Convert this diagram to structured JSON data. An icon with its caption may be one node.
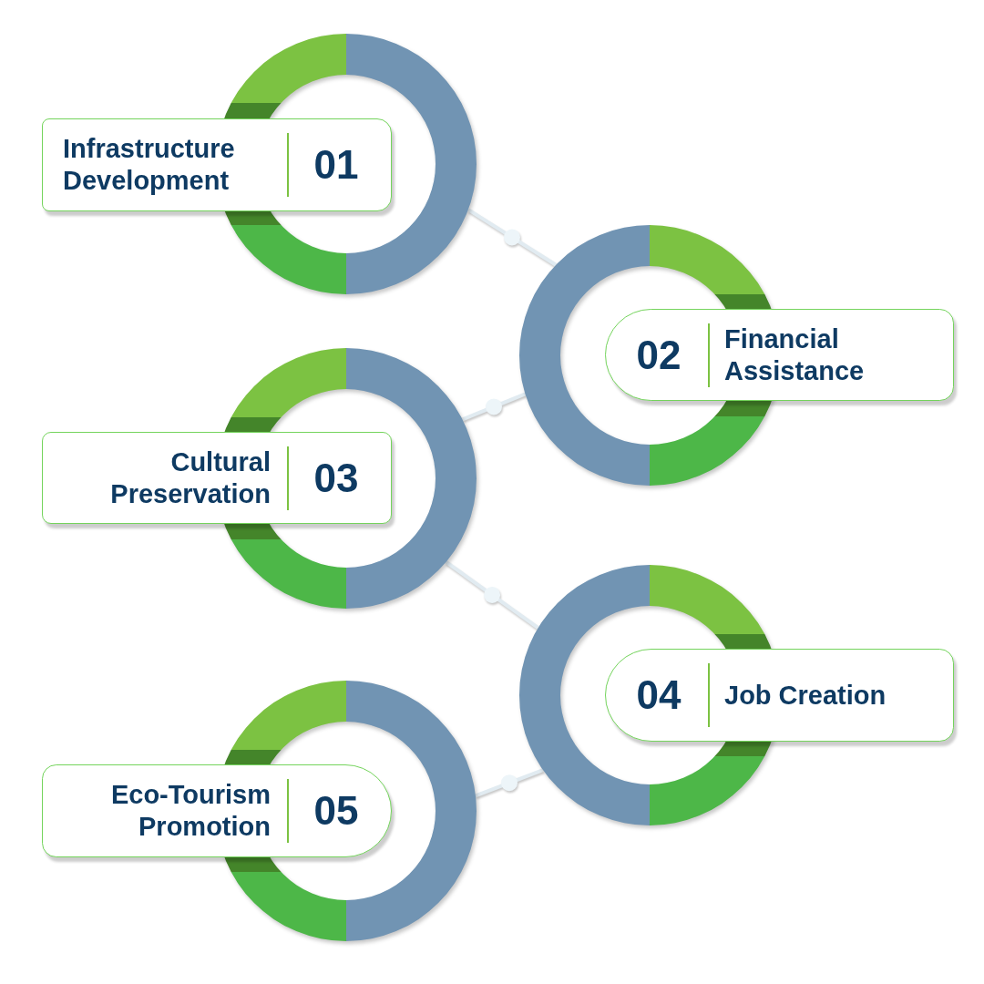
{
  "diagram": {
    "nodes": [
      {
        "text": [],
        "shape": "ring"
      },
      {
        "text": [
          "Infrastructure Development",
          "01"
        ]
      },
      {
        "text": [],
        "shape": "ring"
      },
      {
        "text": [
          "02",
          "Financial Assistance"
        ]
      },
      {
        "text": [],
        "shape": "ring"
      },
      {
        "text": [
          "Cultural Preservation",
          "03"
        ]
      },
      {
        "text": [],
        "shape": "ring"
      },
      {
        "text": [
          "04",
          "Job Creation"
        ]
      },
      {
        "text": [],
        "shape": "ring"
      },
      {
        "text": [
          "Eco-Tourism Promotion",
          "05"
        ]
      }
    ],
    "edges": [
      {
        "from": 0,
        "to": 2,
        "arrow": "none"
      },
      {
        "from": 2,
        "to": 4,
        "arrow": "none"
      },
      {
        "from": 4,
        "to": 6,
        "arrow": "none"
      },
      {
        "from": 6,
        "to": 8,
        "arrow": "none"
      }
    ]
  }
}
